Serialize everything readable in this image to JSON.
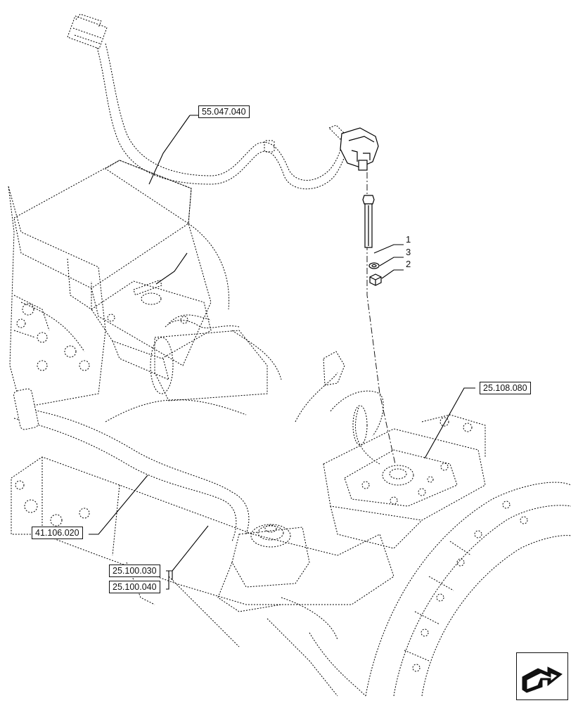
{
  "references": {
    "harness": "55.047.040",
    "steering_sensor": "25.108.080",
    "axle_pipe": "41.106.020",
    "axle_a": "25.100.030",
    "axle_b": "25.100.040"
  },
  "parts": {
    "bolt": "1",
    "nut": "2",
    "washer": "3"
  },
  "icons": {
    "navigation": "next-page-arrow-icon"
  }
}
